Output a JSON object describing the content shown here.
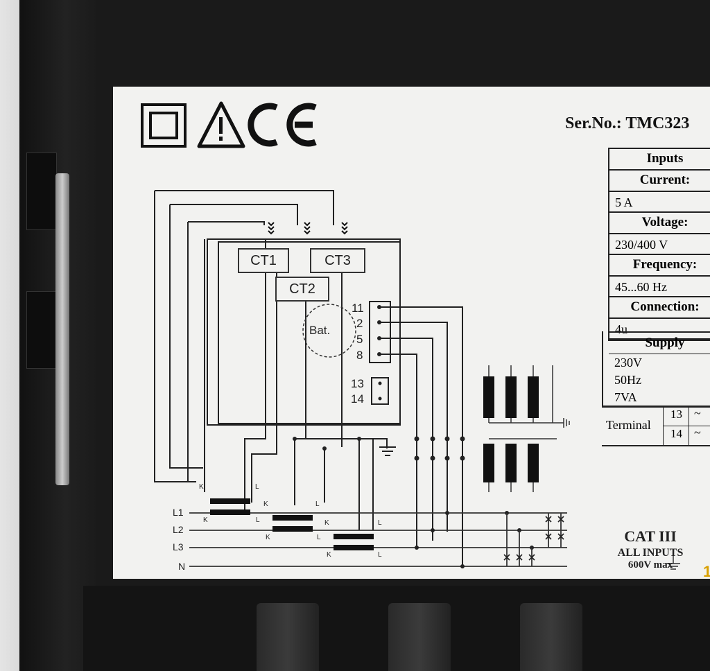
{
  "label": {
    "serial": "Ser.No.: TMC323",
    "ct_labels": [
      "CT1",
      "CT2",
      "CT3"
    ],
    "battery": "Bat.",
    "terminals_main": [
      "11",
      "2",
      "5",
      "8"
    ],
    "terminals_aux": [
      "13",
      "14"
    ],
    "lines": [
      "L1",
      "L2",
      "L3",
      "N"
    ],
    "ct_k": "K",
    "ct_l": "L",
    "spec_table": {
      "inputs_header": "Inputs",
      "current_header": "Current:",
      "current_value": "5 A",
      "voltage_header": "Voltage:",
      "voltage_value": "230/400 V",
      "frequency_header": "Frequency:",
      "frequency_value": "45...60 Hz",
      "connection_header": "Connection:",
      "connection_value": "4u"
    },
    "supply": {
      "header": "Supply",
      "voltage": "230V",
      "frequency": "50Hz",
      "power": "7VA",
      "terminal_label": "Terminal",
      "terminal_13": "13",
      "terminal_14": "14",
      "symbol": "~"
    },
    "cat": {
      "rating": "CAT III",
      "scope": "ALL INPUTS",
      "max": "600V max"
    }
  },
  "edge_text": "1"
}
